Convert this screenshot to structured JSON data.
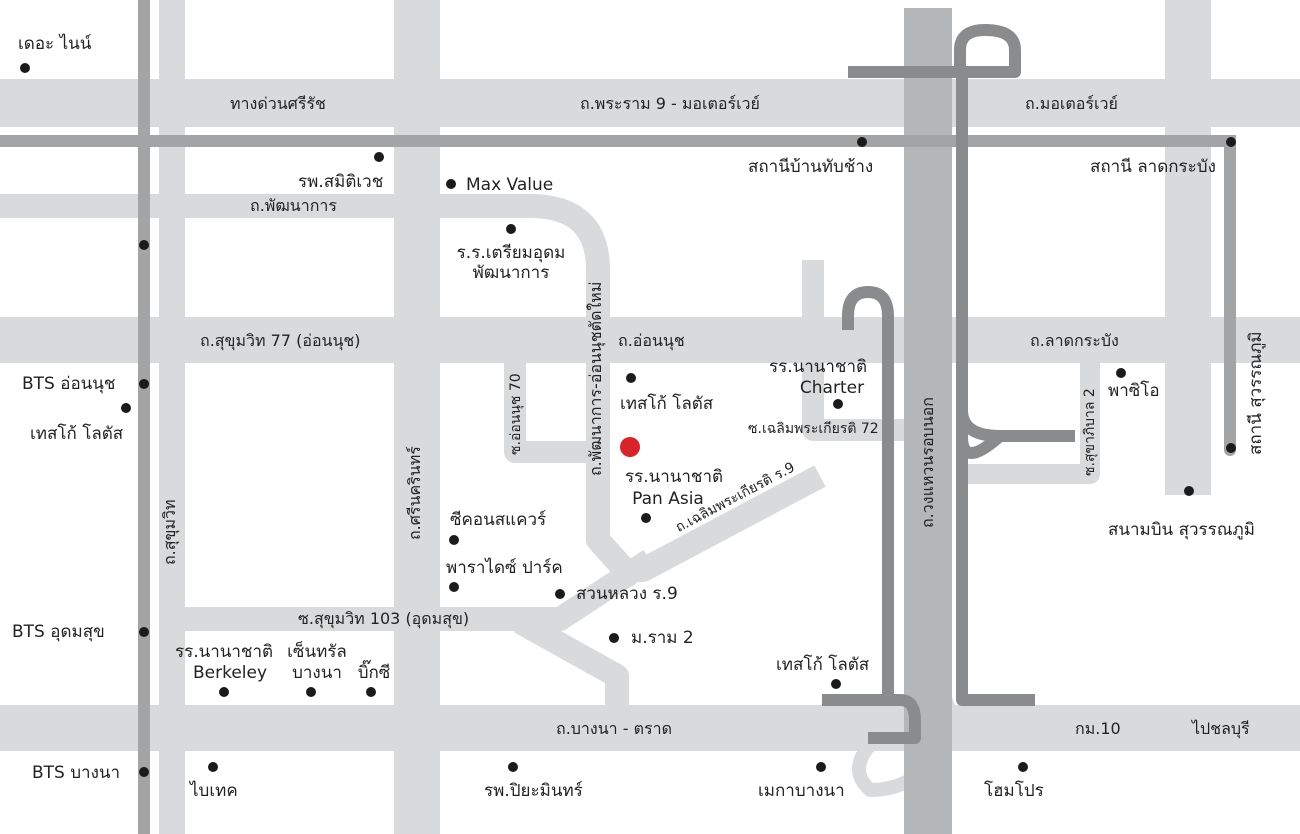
{
  "map": {
    "colors": {
      "road_light": "#d9dadb",
      "road_mid": "#b5b6b8",
      "road_dark": "#8a8b8d",
      "rail": "#a3a4a6",
      "poi": "#1b1b1b",
      "target": "#d7242b",
      "text": "#222222"
    },
    "roads": {
      "expressway": "ทางด่วนศรีรัช",
      "rama9_motorway": "ถ.พระราม 9 - มอเตอร์เวย์",
      "motorway": "ถ.มอเตอร์เวย์",
      "phatthanakan": "ถ.พัฒนาการ",
      "sukhumvit77": "ถ.สุขุมวิท 77 (อ่อนนุช)",
      "onnut": "ถ.อ่อนนุช",
      "latkrabang": "ถ.ลาดกระบัง",
      "sukhumvit": "ถ.สุขุมวิท",
      "srinakarin": "ถ.ศรีนครินทร์",
      "onnut70": "ซ.อ่อนนุช 70",
      "phatthanakan_onnut": "ถ.พัฒนาการ-อ่อนนุชตัดใหม่",
      "chaloem_r9": "ถ.เฉลิมพระเกียรติ ร.9",
      "soi_chaloem72": "ซ.เฉลิมพระเกียรติ 72",
      "ring_road": "ถ.วงแหวนรอบนอก",
      "soi_sukhaphiban2": "ซ.สุขาภิบาล 2",
      "soi_sukhumvit103": "ซ.สุขุมวิท 103 (อุดมสุข)",
      "bangna_trat": "ถ.บางนา - ตราด",
      "km10": "กม.10",
      "to_chonburi": "ไปชลบุรี"
    },
    "places": {
      "the_nine": "เดอะ ไนน์",
      "samitivej": "รพ.สมิติเวช",
      "max_value": "Max Value",
      "triam_1": "ร.ร.เตรียมอุดม",
      "triam_2": "พัฒนาการ",
      "ban_thap_chang": "สถานีบ้านทับช้าง",
      "lat_krabang_station": "สถานี ลาดกระบัง",
      "suvarnabhumi_station": "สถานี สุวรรณภูมิ",
      "bts_onnut": "BTS อ่อนนุช",
      "tesco_onnut": "เทสโก้ โลตัส",
      "tesco_center": "เทสโก้ โลตัส",
      "charter_1": "รร.นานาชาติ",
      "charter_2": "Charter",
      "paseo": "พาซิโอ",
      "panasia_1": "รร.นานาชาติ",
      "panasia_2": "Pan Asia",
      "seacon": "ซีคอนสแควร์",
      "paradise": "พาราไดซ์ ปาร์ค",
      "suanluang": "สวนหลวง ร.9",
      "ram2": "ม.ราม 2",
      "airport": "สนามบิน สุวรรณภูมิ",
      "bts_udomsuk": "BTS  อุดมสุข",
      "berkeley_1": "รร.นานาชาติ",
      "berkeley_2": "Berkeley",
      "central_1": "เซ็นทรัล",
      "central_2": "บางนา",
      "bigc": "บิ๊กซี",
      "tesco_bangna": "เทสโก้ โลตัส",
      "bts_bangna": "BTS บางนา",
      "bitec": "ไบเทค",
      "piyamin": "รพ.ปิยะมินทร์",
      "mega": "เมกาบางนา",
      "homepro": "โฮมโปร"
    }
  }
}
